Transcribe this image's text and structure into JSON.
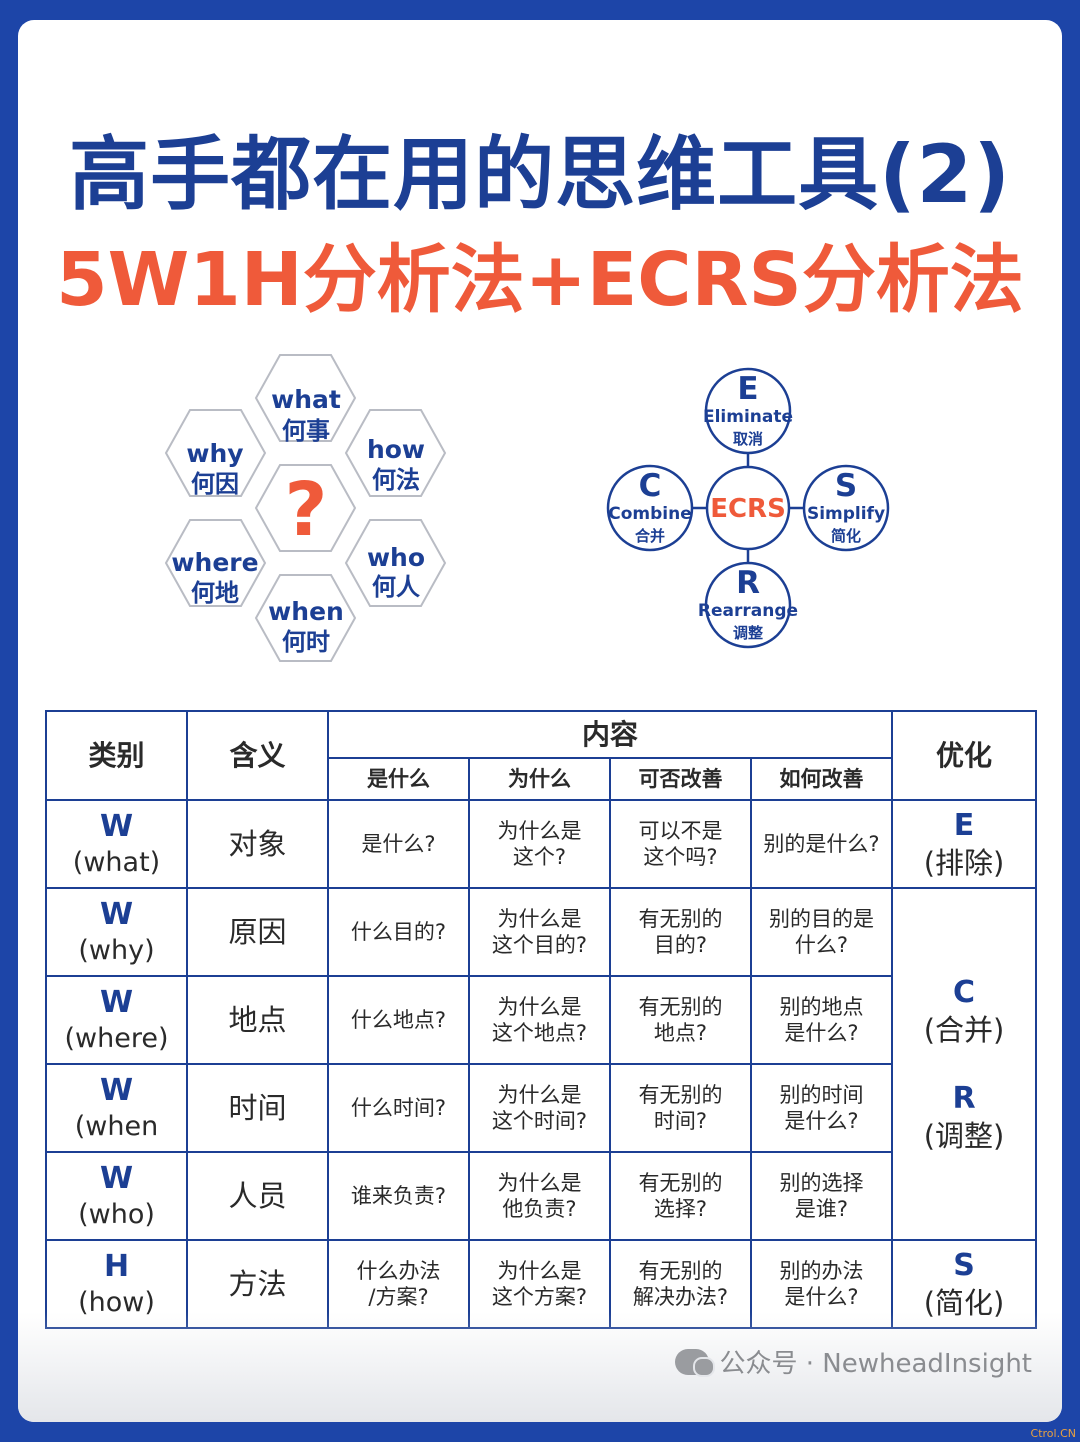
{
  "title": {
    "line1": "高手都在用的思维工具(2)",
    "line2": "5W1H分析法+ECRS分析法"
  },
  "hexagons": {
    "center": "?",
    "items": [
      {
        "en": "what",
        "cn": "何事"
      },
      {
        "en": "why",
        "cn": "何因"
      },
      {
        "en": "how",
        "cn": "何法"
      },
      {
        "en": "where",
        "cn": "何地"
      },
      {
        "en": "who",
        "cn": "何人"
      },
      {
        "en": "when",
        "cn": "何时"
      }
    ]
  },
  "ecrs": {
    "center": "ECRS",
    "nodes": [
      {
        "letter": "E",
        "en": "Eliminate",
        "cn": "取消"
      },
      {
        "letter": "C",
        "en": "Combine",
        "cn": "合并"
      },
      {
        "letter": "S",
        "en": "Simplify",
        "cn": "简化"
      },
      {
        "letter": "R",
        "en": "Rearrange",
        "cn": "调整"
      }
    ]
  },
  "table": {
    "headers": {
      "category": "类别",
      "meaning": "含义",
      "content": "内容",
      "optimize": "优化",
      "sub": [
        "是什么",
        "为什么",
        "可否改善",
        "如何改善"
      ]
    },
    "rows": [
      {
        "letter": "W",
        "word": "(what)",
        "meaning": "对象",
        "cells": [
          "是什么?",
          "为什么是\n这个?",
          "可以不是\n这个吗?",
          "别的是什么?"
        ]
      },
      {
        "letter": "W",
        "word": "(why)",
        "meaning": "原因",
        "cells": [
          "什么目的?",
          "为什么是\n这个目的?",
          "有无别的\n目的?",
          "别的目的是\n什么?"
        ]
      },
      {
        "letter": "W",
        "word": "(where)",
        "meaning": "地点",
        "cells": [
          "什么地点?",
          "为什么是\n这个地点?",
          "有无别的\n地点?",
          "别的地点\n是什么?"
        ]
      },
      {
        "letter": "W",
        "word": "(when",
        "meaning": "时间",
        "cells": [
          "什么时间?",
          "为什么是\n这个时间?",
          "有无别的\n时间?",
          "别的时间\n是什么?"
        ]
      },
      {
        "letter": "W",
        "word": "(who)",
        "meaning": "人员",
        "cells": [
          "谁来负责?",
          "为什么是\n他负责?",
          "有无别的\n选择?",
          "别的选择\n是谁?"
        ]
      },
      {
        "letter": "H",
        "word": "(how)",
        "meaning": "方法",
        "cells": [
          "什么办法\n/方案?",
          "为什么是\n这个方案?",
          "有无别的\n解决办法?",
          "别的办法\n是什么?"
        ]
      }
    ],
    "optimize": {
      "e": {
        "letter": "E",
        "word": "(排除)"
      },
      "c": {
        "letter": "C",
        "word": "(合并)"
      },
      "r": {
        "letter": "R",
        "word": "(调整)"
      },
      "s": {
        "letter": "S",
        "word": "(简化)"
      }
    }
  },
  "watermark": "公众号 · NewheadInsight",
  "corner_mark": "Ctrol.CN"
}
